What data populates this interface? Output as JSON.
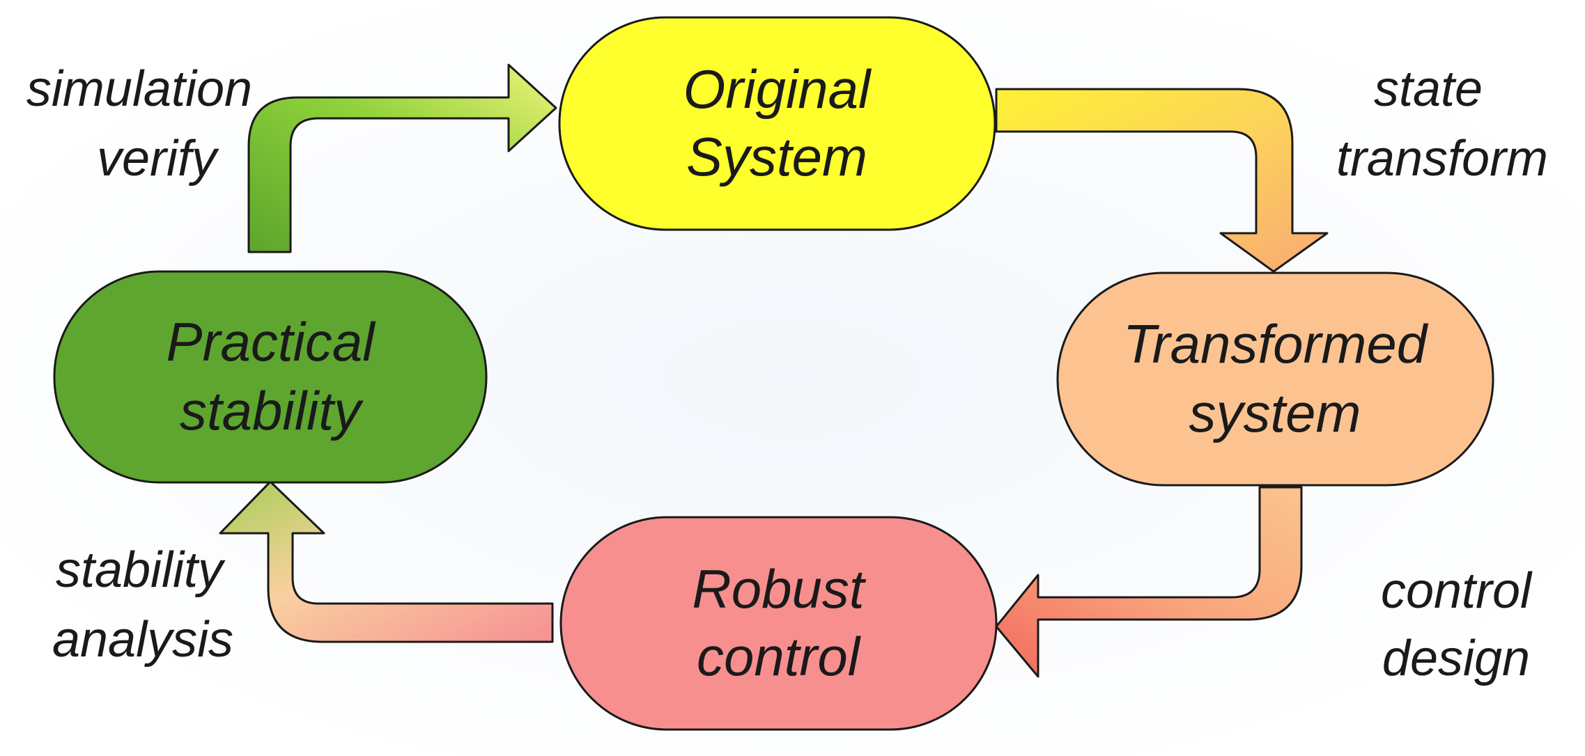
{
  "nodes": {
    "original": {
      "line1": "Original",
      "line2": "System",
      "color": "#ffff2e"
    },
    "transformed": {
      "line1": "Transformed",
      "line2": "system",
      "color": "#fcc391"
    },
    "robust": {
      "line1": "Robust",
      "line2": "control",
      "color": "#f78f8f"
    },
    "practical": {
      "line1": "Practical",
      "line2": "stability",
      "color": "#5ea62f"
    }
  },
  "edges": {
    "state_transform": {
      "line1": "state",
      "line2": "transform"
    },
    "control_design": {
      "line1": "control",
      "line2": "design"
    },
    "stability_analysis": {
      "line1": "stability",
      "line2": "analysis"
    },
    "simulation_verify": {
      "line1": "simulation",
      "line2": "verify"
    }
  }
}
